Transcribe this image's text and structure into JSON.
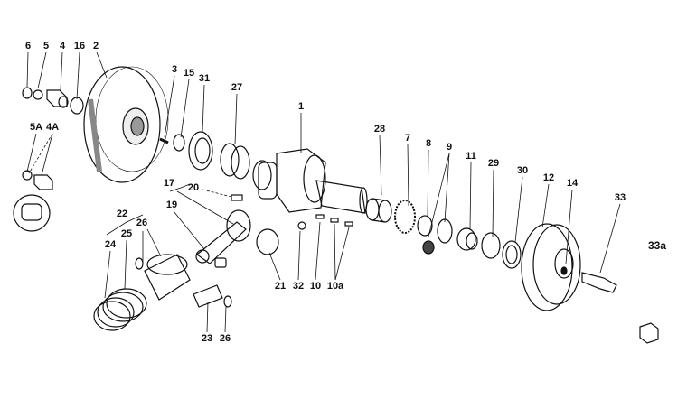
{
  "title": "Crankshaft assembly exploded view",
  "colors": {
    "ink": "#111111",
    "paper": "#ffffff",
    "shade": "#888888"
  },
  "labels": {
    "p6": "6",
    "p5": "5",
    "p4": "4",
    "p16": "16",
    "p2": "2",
    "p3": "3",
    "p15": "15",
    "p31": "31",
    "p27": "27",
    "p1": "1",
    "p28": "28",
    "p7": "7",
    "p8": "8",
    "p9": "9",
    "p11": "11",
    "p29": "29",
    "p30": "30",
    "p12": "12",
    "p14": "14",
    "p33": "33",
    "p33a": "33a",
    "p5A": "5A",
    "p4A": "4A",
    "p17": "17",
    "p20": "20",
    "p22": "22",
    "p19": "19",
    "p26a": "26",
    "p25": "25",
    "p24": "24",
    "p21": "21",
    "p32": "32",
    "p10": "10",
    "p10a": "10a",
    "p23": "23",
    "p26b": "26"
  }
}
